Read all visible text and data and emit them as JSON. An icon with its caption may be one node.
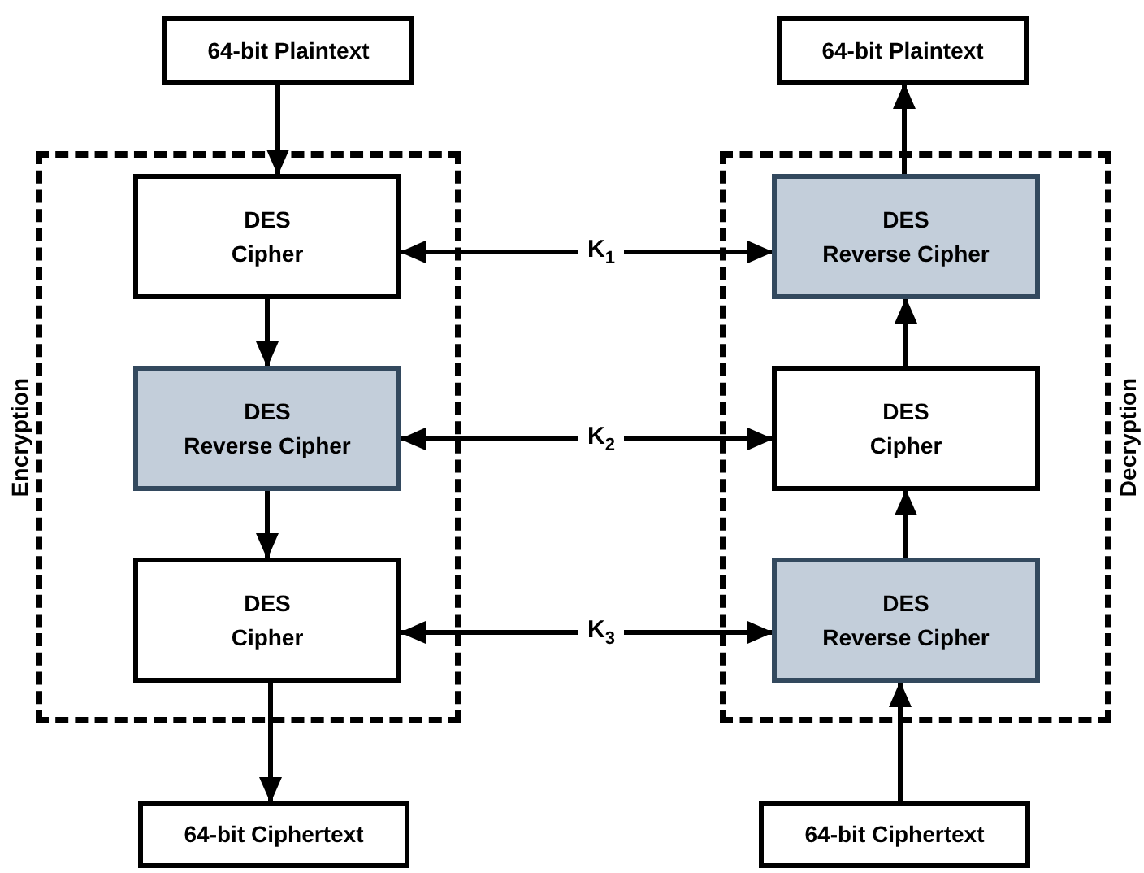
{
  "diagram": {
    "nodes": [
      {
        "text": [
          "64-bit Plaintext"
        ]
      },
      {
        "text": [
          "Encryption"
        ]
      },
      {
        "text": [
          "DES",
          "Cipher"
        ],
        "in": 1
      },
      {
        "text": [
          "DES",
          "Reverse Cipher"
        ],
        "in": 1
      },
      {
        "text": [
          "DES",
          "Cipher"
        ],
        "in": 1
      },
      {
        "text": [
          "64-bit Ciphertext"
        ]
      },
      {
        "text": [
          "64-bit Plaintext"
        ]
      },
      {
        "text": [
          "Decryption"
        ]
      },
      {
        "text": [
          "DES",
          "Reverse Cipher"
        ],
        "in": 7
      },
      {
        "text": [
          "DES",
          "Cipher"
        ],
        "in": 7
      },
      {
        "text": [
          "DES",
          "Reverse Cipher"
        ],
        "in": 7
      },
      {
        "text": [
          "64-bit Ciphertext"
        ]
      },
      {
        "text": [
          "K$_{1}$"
        ]
      },
      {
        "text": [
          "K$_{2}$"
        ]
      },
      {
        "text": [
          "K$_{3}$"
        ]
      }
    ],
    "edges": [
      {
        "from": 0,
        "to": 2,
        "arrow": "to"
      },
      {
        "from": 2,
        "to": 3,
        "arrow": "to"
      },
      {
        "from": 3,
        "to": 4,
        "arrow": "to"
      },
      {
        "from": 4,
        "to": 5,
        "arrow": "to"
      },
      {
        "from": 11,
        "to": 10,
        "arrow": "to"
      },
      {
        "from": 10,
        "to": 9,
        "arrow": "to"
      },
      {
        "from": 9,
        "to": 8,
        "arrow": "to"
      },
      {
        "from": 8,
        "to": 6,
        "arrow": "to"
      },
      {
        "from": 12,
        "to": 2,
        "arrow": "to"
      },
      {
        "from": 12,
        "to": 8,
        "arrow": "to"
      },
      {
        "from": 13,
        "to": 3,
        "arrow": "to"
      },
      {
        "from": 13,
        "to": 9,
        "arrow": "to"
      },
      {
        "from": 14,
        "to": 4,
        "arrow": "to"
      },
      {
        "from": 14,
        "to": 10,
        "arrow": "to"
      }
    ]
  }
}
